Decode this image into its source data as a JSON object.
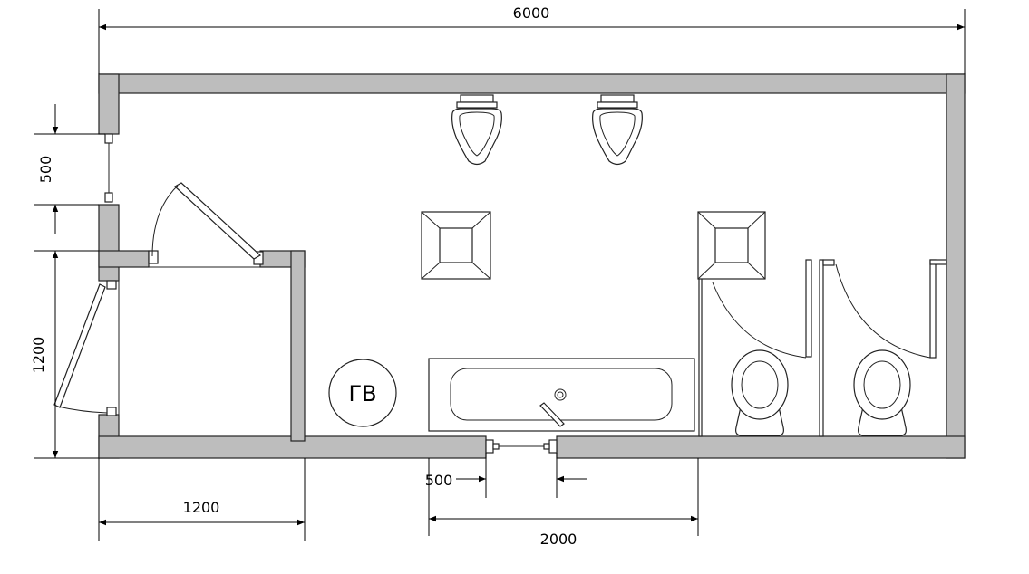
{
  "dimensions": {
    "top_width": "6000",
    "window_height": "500",
    "room_depth": "1200",
    "room_width": "1200",
    "opening_width": "500",
    "bath_span": "2000"
  },
  "labels": {
    "water_heater": "ГВ"
  },
  "colors": {
    "wall_fill": "#bdbdbd",
    "line": "#222222"
  }
}
